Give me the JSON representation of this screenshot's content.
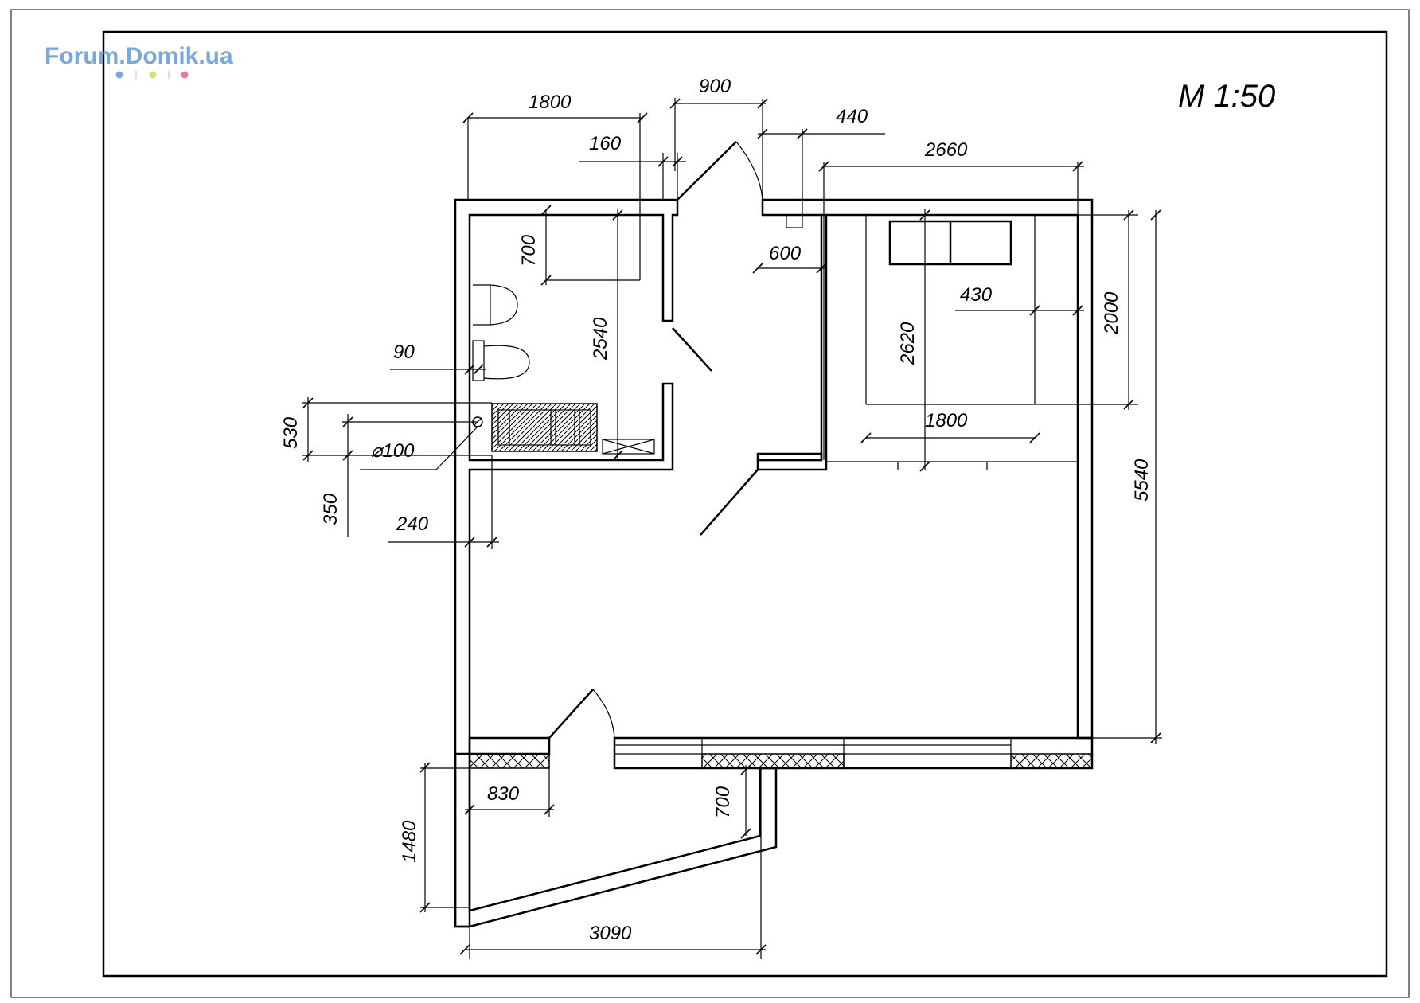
{
  "watermark": {
    "text": "Forum.Domik.ua",
    "dot_colors": [
      "#7aa8d8",
      "#d8dd7a",
      "#e07a9a"
    ]
  },
  "scale_label": "M 1:50",
  "dimensions": {
    "d1800_top": "1800",
    "d900": "900",
    "d160": "160",
    "d440": "440",
    "d2660": "2660",
    "d700_bath": "700",
    "d600": "600",
    "d430": "430",
    "d2000": "2000",
    "d2620": "2620",
    "d2540": "2540",
    "d90": "90",
    "d530": "530",
    "d100": "⌀100",
    "d1800_bed": "1800",
    "d5540": "5540",
    "d350": "350",
    "d240": "240",
    "d830": "830",
    "d700_balc": "700",
    "d1480": "1480",
    "d3090": "3090"
  }
}
